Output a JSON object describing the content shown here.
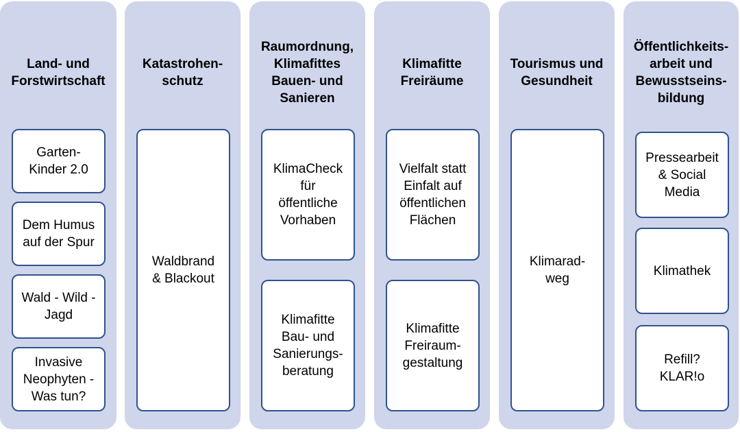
{
  "columns": [
    {
      "title": "Land- und\nForstwirtschaft",
      "items": [
        "Garten-\nKinder 2.0",
        "Dem Humus\nauf der Spur",
        "Wald - Wild -\nJagd",
        "Invasive\nNeophyten -\nWas tun?"
      ]
    },
    {
      "title": "Katastrohen-\nschutz",
      "items": [
        "Waldbrand\n& Blackout"
      ]
    },
    {
      "title": "Raumordnung,\nKlimafittes\nBauen- und\nSanieren",
      "items": [
        "KlimaCheck\nfür\nöffentliche\nVorhaben",
        "Klimafitte\nBau- und\nSanierungs-\nberatung"
      ]
    },
    {
      "title": "Klimafitte\nFreiräume",
      "items": [
        "Vielfalt statt\nEinfalt auf\nöffentlichen\nFlächen",
        "Klimafitte\nFreiraum-\ngestaltung"
      ]
    },
    {
      "title": "Tourismus und\nGesundheit",
      "items": [
        "Klimarad-\nweg"
      ]
    },
    {
      "title": "Öffentlichkeits-\narbeit und\nBewusstseins-\nbildung",
      "items": [
        "Pressearbeit\n& Social\nMedia",
        "Klimathek",
        "Refill?\nKLAR!o"
      ]
    }
  ],
  "colors": {
    "column_fill": "#cfd5ea",
    "box_fill": "#ffffff",
    "box_border": "#2f528f"
  }
}
